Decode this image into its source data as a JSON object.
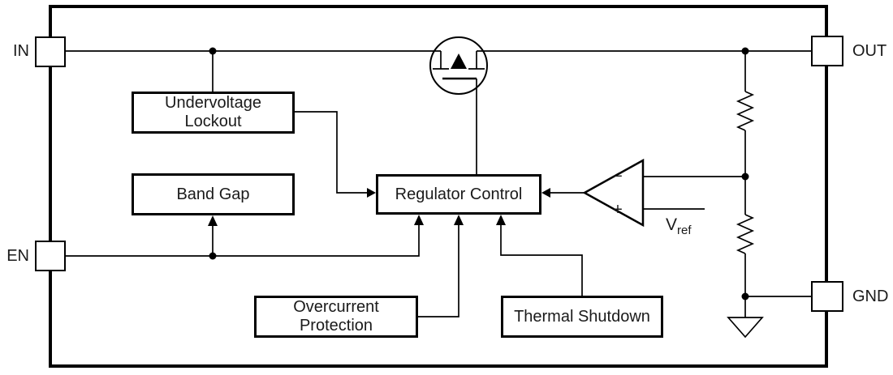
{
  "pins": {
    "in": "IN",
    "en": "EN",
    "out": "OUT",
    "gnd": "GND"
  },
  "blocks": {
    "undervoltage_lockout": {
      "line1": "Undervoltage",
      "line2": "Lockout"
    },
    "band_gap": {
      "label": "Band Gap"
    },
    "regulator_control": {
      "label": "Regulator Control"
    },
    "overcurrent_protection": {
      "line1": "Overcurrent",
      "line2": "Protection"
    },
    "thermal_shutdown": {
      "label": "Thermal Shutdown"
    }
  },
  "error_amplifier": {
    "inverting_input": "−",
    "noninverting_input": "+",
    "vref_base": "V",
    "vref_sub": "ref"
  },
  "colors": {
    "line": "#000000",
    "text": "#1a1a1a",
    "background": "#ffffff"
  }
}
